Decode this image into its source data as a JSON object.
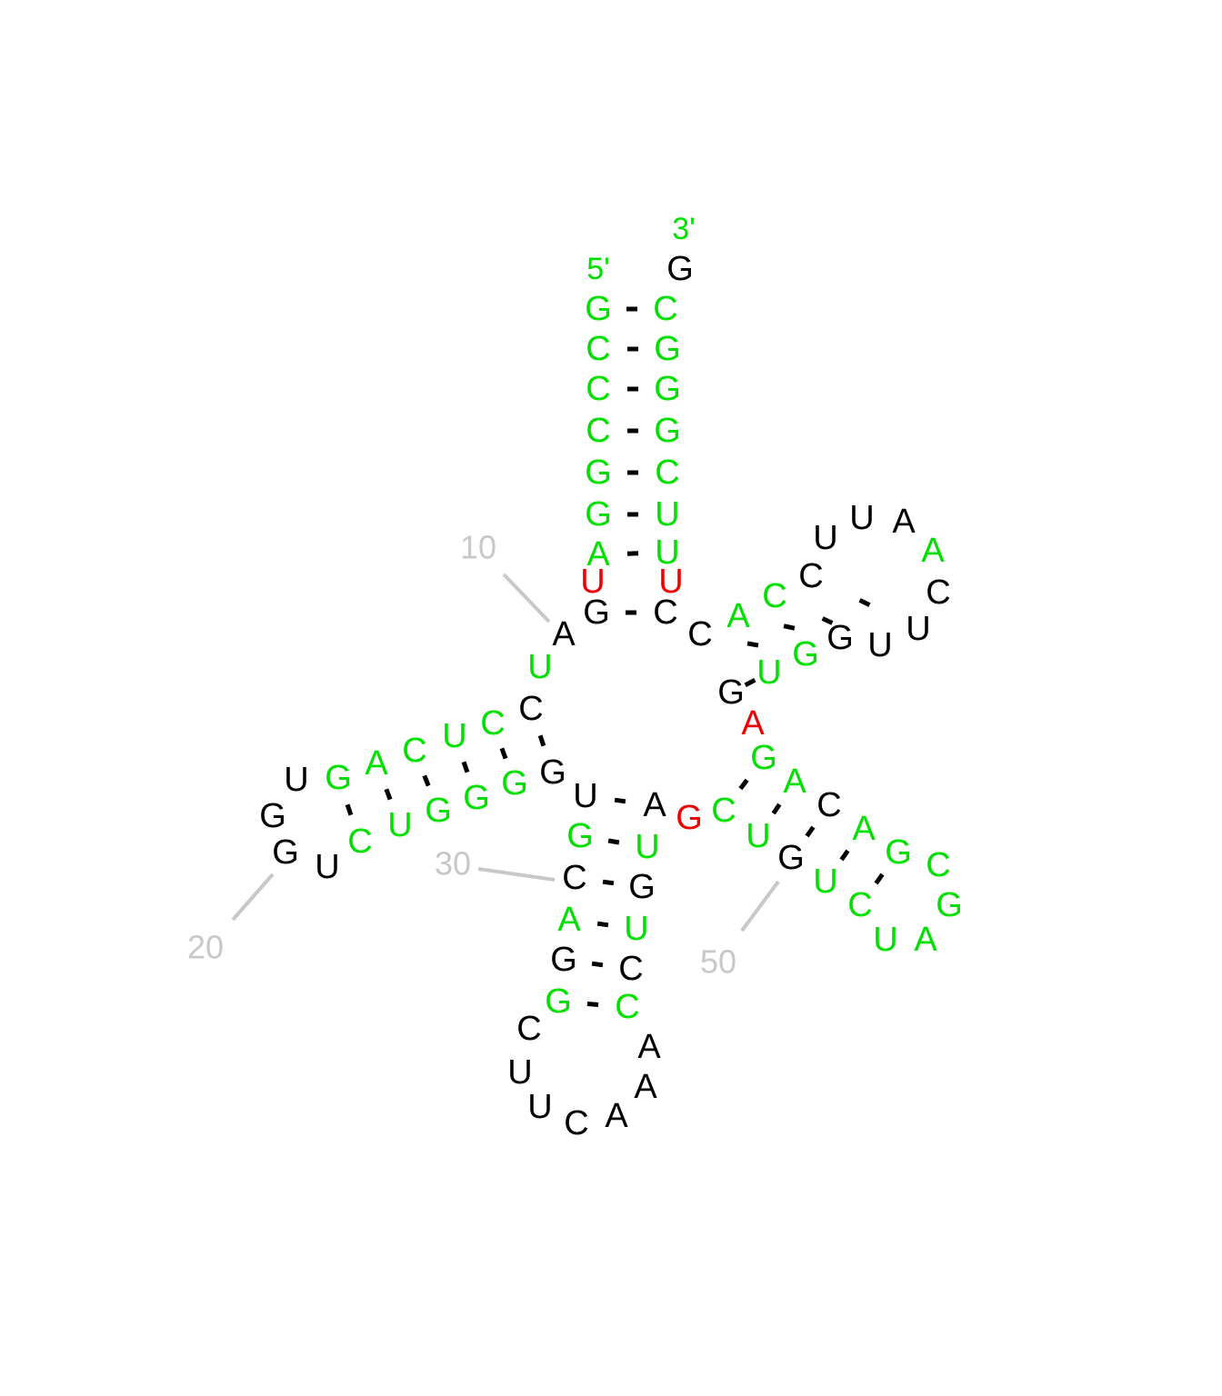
{
  "colors": {
    "black": "#000000",
    "green": "#00e000",
    "red": "#ee0000",
    "gray": "#c8c8c8"
  },
  "end_labels": {
    "five_prime": "5'",
    "three_prime": "3'"
  },
  "sequence": [
    {
      "i": 1,
      "b": "G",
      "c": "green"
    },
    {
      "i": 2,
      "b": "C",
      "c": "green"
    },
    {
      "i": 3,
      "b": "C",
      "c": "green"
    },
    {
      "i": 4,
      "b": "C",
      "c": "green"
    },
    {
      "i": 5,
      "b": "G",
      "c": "green"
    },
    {
      "i": 6,
      "b": "G",
      "c": "green"
    },
    {
      "i": 7,
      "b": "A",
      "c": "green"
    },
    {
      "i": 8,
      "b": "U",
      "c": "red"
    },
    {
      "i": 9,
      "b": "G",
      "c": "black"
    },
    {
      "i": 10,
      "b": "A",
      "c": "black"
    },
    {
      "i": 11,
      "b": "U",
      "c": "green"
    },
    {
      "i": 12,
      "b": "C",
      "c": "black"
    },
    {
      "i": 13,
      "b": "C",
      "c": "green"
    },
    {
      "i": 14,
      "b": "U",
      "c": "green"
    },
    {
      "i": 15,
      "b": "C",
      "c": "green"
    },
    {
      "i": 16,
      "b": "A",
      "c": "green"
    },
    {
      "i": 17,
      "b": "G",
      "c": "green"
    },
    {
      "i": 18,
      "b": "U",
      "c": "black"
    },
    {
      "i": 19,
      "b": "G",
      "c": "black"
    },
    {
      "i": 20,
      "b": "G",
      "c": "black"
    },
    {
      "i": 21,
      "b": "U",
      "c": "black"
    },
    {
      "i": 22,
      "b": "C",
      "c": "green"
    },
    {
      "i": 23,
      "b": "U",
      "c": "green"
    },
    {
      "i": 24,
      "b": "G",
      "c": "green"
    },
    {
      "i": 25,
      "b": "G",
      "c": "green"
    },
    {
      "i": 26,
      "b": "G",
      "c": "green"
    },
    {
      "i": 27,
      "b": "G",
      "c": "black"
    },
    {
      "i": 28,
      "b": "U",
      "c": "black"
    },
    {
      "i": 29,
      "b": "G",
      "c": "green"
    },
    {
      "i": 30,
      "b": "C",
      "c": "black"
    },
    {
      "i": 31,
      "b": "A",
      "c": "green"
    },
    {
      "i": 32,
      "b": "G",
      "c": "black"
    },
    {
      "i": 33,
      "b": "G",
      "c": "green"
    },
    {
      "i": 34,
      "b": "C",
      "c": "black"
    },
    {
      "i": 35,
      "b": "U",
      "c": "black"
    },
    {
      "i": 36,
      "b": "U",
      "c": "black"
    },
    {
      "i": 37,
      "b": "C",
      "c": "black"
    },
    {
      "i": 38,
      "b": "A",
      "c": "black"
    },
    {
      "i": 39,
      "b": "A",
      "c": "black"
    },
    {
      "i": 40,
      "b": "A",
      "c": "black"
    },
    {
      "i": 41,
      "b": "C",
      "c": "green"
    },
    {
      "i": 42,
      "b": "C",
      "c": "black"
    },
    {
      "i": 43,
      "b": "U",
      "c": "green"
    },
    {
      "i": 44,
      "b": "G",
      "c": "black"
    },
    {
      "i": 45,
      "b": "U",
      "c": "green"
    },
    {
      "i": 46,
      "b": "A",
      "c": "black"
    },
    {
      "i": 47,
      "b": "G",
      "c": "red"
    },
    {
      "i": 48,
      "b": "C",
      "c": "green"
    },
    {
      "i": 49,
      "b": "U",
      "c": "green"
    },
    {
      "i": 50,
      "b": "G",
      "c": "black"
    },
    {
      "i": 51,
      "b": "U",
      "c": "green"
    },
    {
      "i": 52,
      "b": "C",
      "c": "green"
    },
    {
      "i": 53,
      "b": "U",
      "c": "green"
    },
    {
      "i": 54,
      "b": "A",
      "c": "green"
    },
    {
      "i": 55,
      "b": "G",
      "c": "green"
    },
    {
      "i": 56,
      "b": "C",
      "c": "green"
    },
    {
      "i": 57,
      "b": "G",
      "c": "green"
    },
    {
      "i": 58,
      "b": "A",
      "c": "green"
    },
    {
      "i": 59,
      "b": "C",
      "c": "black"
    },
    {
      "i": 60,
      "b": "A",
      "c": "green"
    },
    {
      "i": 61,
      "b": "G",
      "c": "green"
    },
    {
      "i": 62,
      "b": "A",
      "c": "red"
    },
    {
      "i": 63,
      "b": "G",
      "c": "black"
    },
    {
      "i": 64,
      "b": "C",
      "c": "black"
    },
    {
      "i": 65,
      "b": "A",
      "c": "green"
    },
    {
      "i": 66,
      "b": "C",
      "c": "green"
    },
    {
      "i": 67,
      "b": "C",
      "c": "black"
    },
    {
      "i": 68,
      "b": "U",
      "c": "black"
    },
    {
      "i": 69,
      "b": "U",
      "c": "black"
    },
    {
      "i": 70,
      "b": "A",
      "c": "black"
    },
    {
      "i": 71,
      "b": "A",
      "c": "green"
    },
    {
      "i": 72,
      "b": "C",
      "c": "black"
    },
    {
      "i": 73,
      "b": "U",
      "c": "black"
    },
    {
      "i": 74,
      "b": "U",
      "c": "black"
    },
    {
      "i": 75,
      "b": "G",
      "c": "black"
    },
    {
      "i": 76,
      "b": "G",
      "c": "green"
    },
    {
      "i": 77,
      "b": "U",
      "c": "green"
    },
    {
      "i": 78,
      "b": "C",
      "c": "black"
    },
    {
      "i": 79,
      "b": "U",
      "c": "red"
    },
    {
      "i": 80,
      "b": "U",
      "c": "green"
    },
    {
      "i": 81,
      "b": "U",
      "c": "green"
    },
    {
      "i": 82,
      "b": "C",
      "c": "green"
    },
    {
      "i": 83,
      "b": "G",
      "c": "green"
    },
    {
      "i": 84,
      "b": "G",
      "c": "green"
    },
    {
      "i": 85,
      "b": "G",
      "c": "green"
    },
    {
      "i": 86,
      "b": "C",
      "c": "green"
    },
    {
      "i": 87,
      "b": "G",
      "c": "black"
    }
  ],
  "pairs": [
    [
      1,
      86
    ],
    [
      2,
      85
    ],
    [
      3,
      84
    ],
    [
      4,
      83
    ],
    [
      5,
      82
    ],
    [
      6,
      81
    ],
    [
      7,
      80
    ],
    [
      9,
      78
    ],
    [
      12,
      27
    ],
    [
      13,
      26
    ],
    [
      14,
      25
    ],
    [
      15,
      24
    ],
    [
      16,
      23
    ],
    [
      17,
      22
    ],
    [
      28,
      46
    ],
    [
      29,
      45
    ],
    [
      30,
      44
    ],
    [
      31,
      43
    ],
    [
      32,
      42
    ],
    [
      33,
      41
    ],
    [
      48,
      61
    ],
    [
      49,
      60
    ],
    [
      50,
      59
    ],
    [
      51,
      58
    ],
    [
      52,
      57
    ],
    [
      63,
      77
    ],
    [
      64,
      76
    ],
    [
      65,
      75
    ],
    [
      66,
      74
    ],
    [
      67,
      73
    ]
  ],
  "position_labels": [
    {
      "label": "10",
      "at": 10
    },
    {
      "label": "20",
      "at": 20
    },
    {
      "label": "30",
      "at": 30
    },
    {
      "label": "50",
      "at": 50
    }
  ]
}
